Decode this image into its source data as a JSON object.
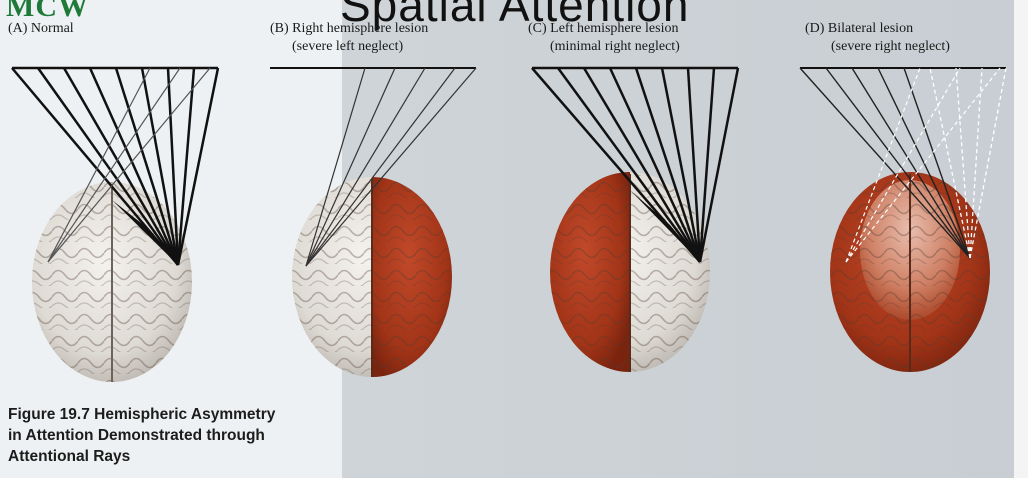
{
  "logo": "MCW",
  "slide_title": "Spatial Attention",
  "panels": [
    {
      "id": "A",
      "label_line1": "(A) Normal",
      "label_line2": ""
    },
    {
      "id": "B",
      "label_line1": "(B) Right hemisphere lesion",
      "label_line2": "(severe left neglect)"
    },
    {
      "id": "C",
      "label_line1": "(C) Left hemisphere lesion",
      "label_line2": "(minimal right neglect)"
    },
    {
      "id": "D",
      "label_line1": "(D) Bilateral lesion",
      "label_line2": "(severe right neglect)"
    }
  ],
  "caption": {
    "line1": "Figure 19.7 Hemispheric Asymmetry",
    "line2": "in Attention Demonstrated through",
    "line3": "Attentional Rays"
  },
  "colors": {
    "healthy_brain": "#e4e1dc",
    "lesion": "#a8391f",
    "ray": "#111111",
    "logo": "#1f7a3a"
  }
}
